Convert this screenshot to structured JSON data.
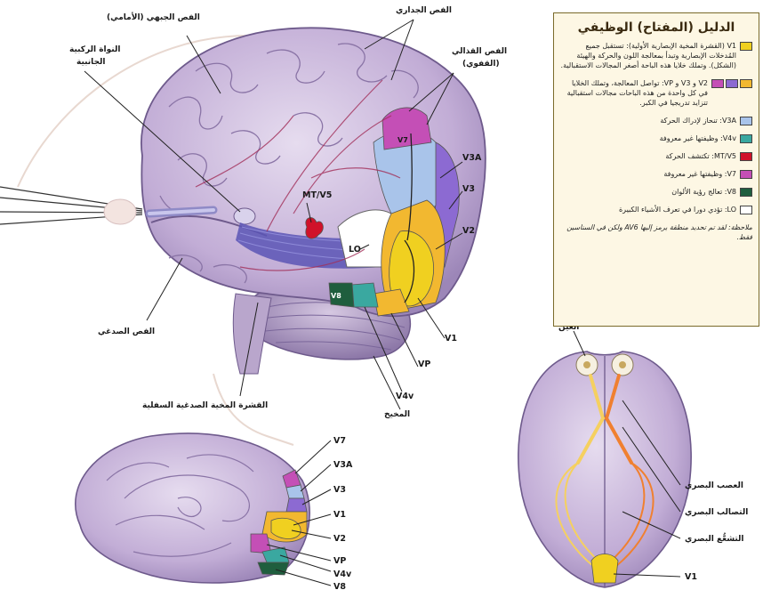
{
  "colors": {
    "v1": "#f0d020",
    "v2": "#f2b830",
    "v3": "#8c6ad2",
    "v3a": "#a9c4ea",
    "v4v": "#3aa8a0",
    "mt": "#d0122a",
    "v7": "#c44fb6",
    "v8": "#1f5e3e",
    "lo": "#ffffff",
    "brain": "#c7b3d8",
    "brain_dark": "#8b74a8"
  },
  "legend": {
    "title": "الدليل (المفتاح) الوظيفي",
    "items": [
      {
        "key": "v1",
        "text": "V1 (القشرة المخية الإبصارية الأولية): تستقبل جميع المُدخلات الإبصارية وتبدأ بمعالجة اللون والحركة والهيئة (الشكل). وتملك خلايا هذه الباحة أصغر المجالات الاستقبالية."
      },
      {
        "key": "v2",
        "text": "V2 و V3 و VP: تواصل المعالجة، وتملك الخلايا في كل واحدة من هذه الباحات مجالات استقبالية تتزايد تدريجيا في الكبر."
      },
      {
        "key": "v3a",
        "text": "V3A: تنحاز لإدراك الحركة"
      },
      {
        "key": "v4v",
        "text": "V4v: وظيفتها غير معروفة"
      },
      {
        "key": "mt",
        "text": "MT/V5: تكتشف الحركة"
      },
      {
        "key": "v7",
        "text": "V7: وظيفتها غير معروفة"
      },
      {
        "key": "v8",
        "text": "V8: تعالج رؤية الألوان"
      },
      {
        "key": "lo",
        "text": "LO: تؤدي دورا في تعرف الأشياء الكبيرة"
      }
    ],
    "note": "ملاحظة: لقد تم تحديد منطقة يرمز إليها AV6 ولكن في السناسين فقط."
  },
  "lateral": {
    "frontal": "الفص الجبهي (الأمامي)",
    "parietal": "الفص الجداري",
    "occipital_1": "الفص القذالي",
    "occipital_2": "(القفوي)",
    "lgn_1": "النواة الركبية",
    "lgn_2": "الجانبية",
    "temporal": "الفص الصدغي",
    "inferotemporal": "القشرة المخية الصدغية السفلية",
    "cerebellum": "المخيخ",
    "mt": "MT/V5",
    "lo": "LO",
    "v7": "V7",
    "v3a": "V3A",
    "v3": "V3",
    "v2": "V2",
    "v1": "V1",
    "vp": "VP",
    "v4v": "V4v",
    "v8": "V8"
  },
  "medial": {
    "labels": [
      "V7",
      "V3A",
      "V3",
      "V1",
      "V2",
      "VP",
      "V4v",
      "V8"
    ]
  },
  "inferior": {
    "eye": "العين",
    "optic_nerve": "العصب البصري",
    "optic_tract": "التصالب البصري",
    "optic_radiation": "التشعُّع البصري",
    "v1": "V1"
  }
}
